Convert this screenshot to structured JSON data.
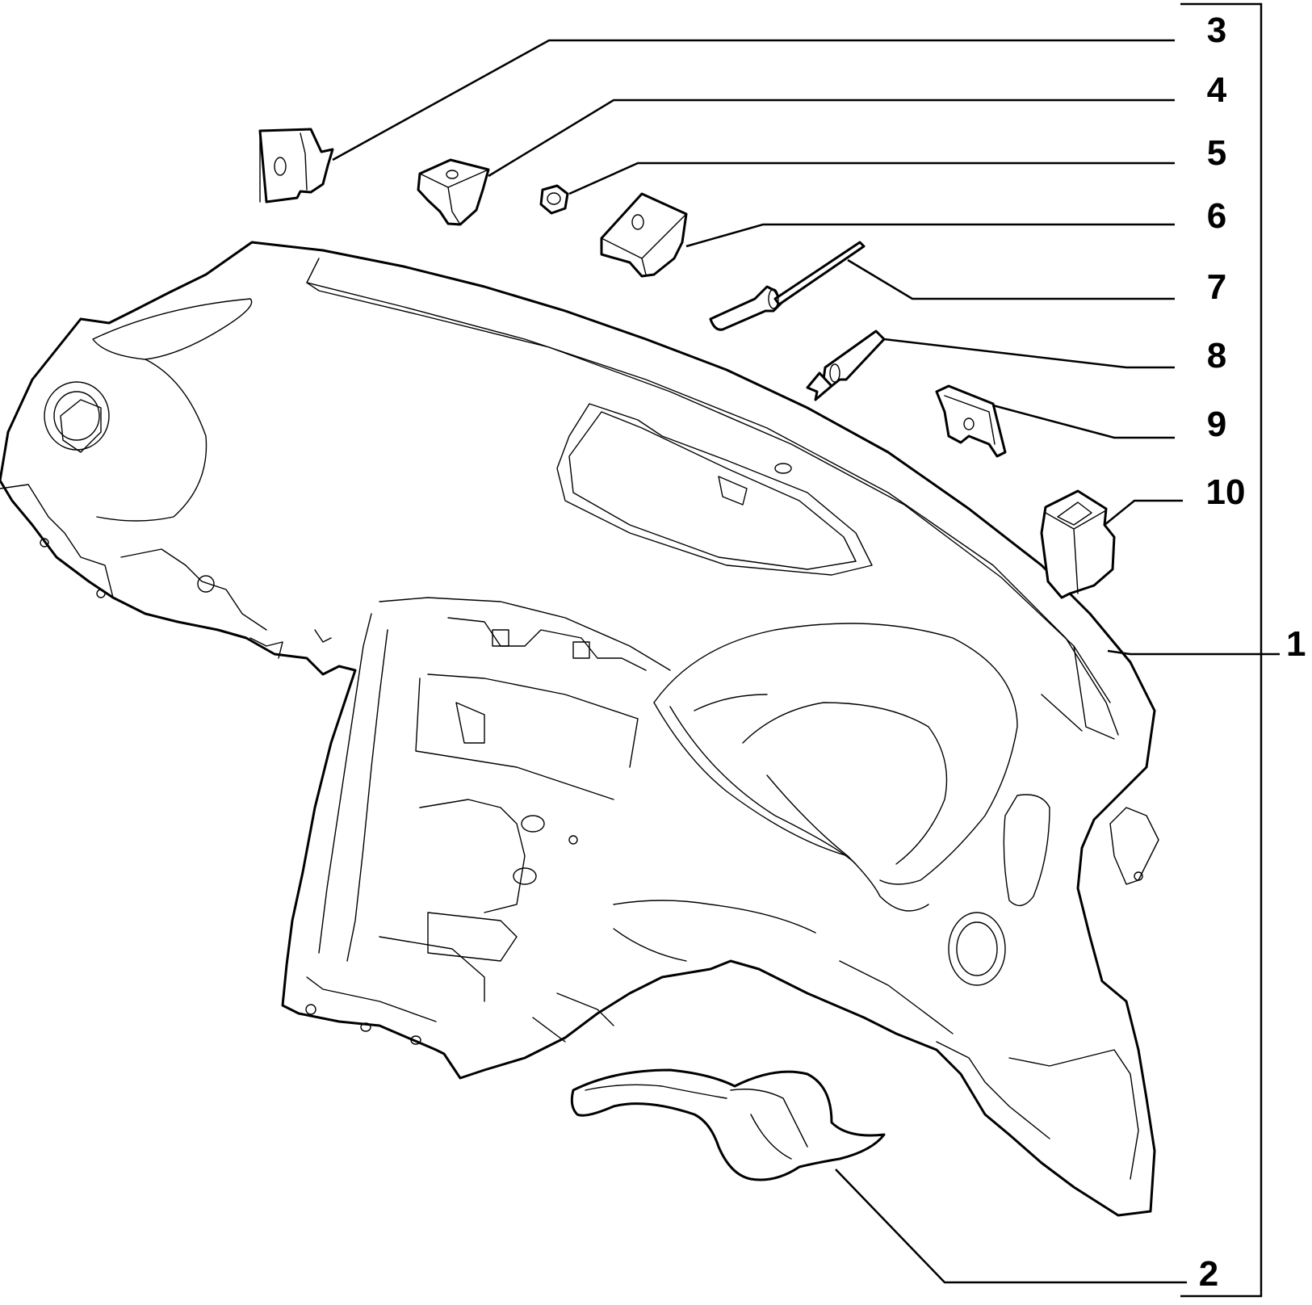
{
  "callouts": [
    {
      "number": "1",
      "part": "dashboard-body"
    },
    {
      "number": "2",
      "part": "duct"
    },
    {
      "number": "3",
      "part": "clip-a"
    },
    {
      "number": "4",
      "part": "clip-b"
    },
    {
      "number": "5",
      "part": "nut"
    },
    {
      "number": "6",
      "part": "clip-c"
    },
    {
      "number": "7",
      "part": "rivet-long"
    },
    {
      "number": "8",
      "part": "rivet-short"
    },
    {
      "number": "9",
      "part": "clip-d"
    },
    {
      "number": "10",
      "part": "cap"
    }
  ],
  "colors": {
    "line": "#000000",
    "background": "#ffffff"
  }
}
